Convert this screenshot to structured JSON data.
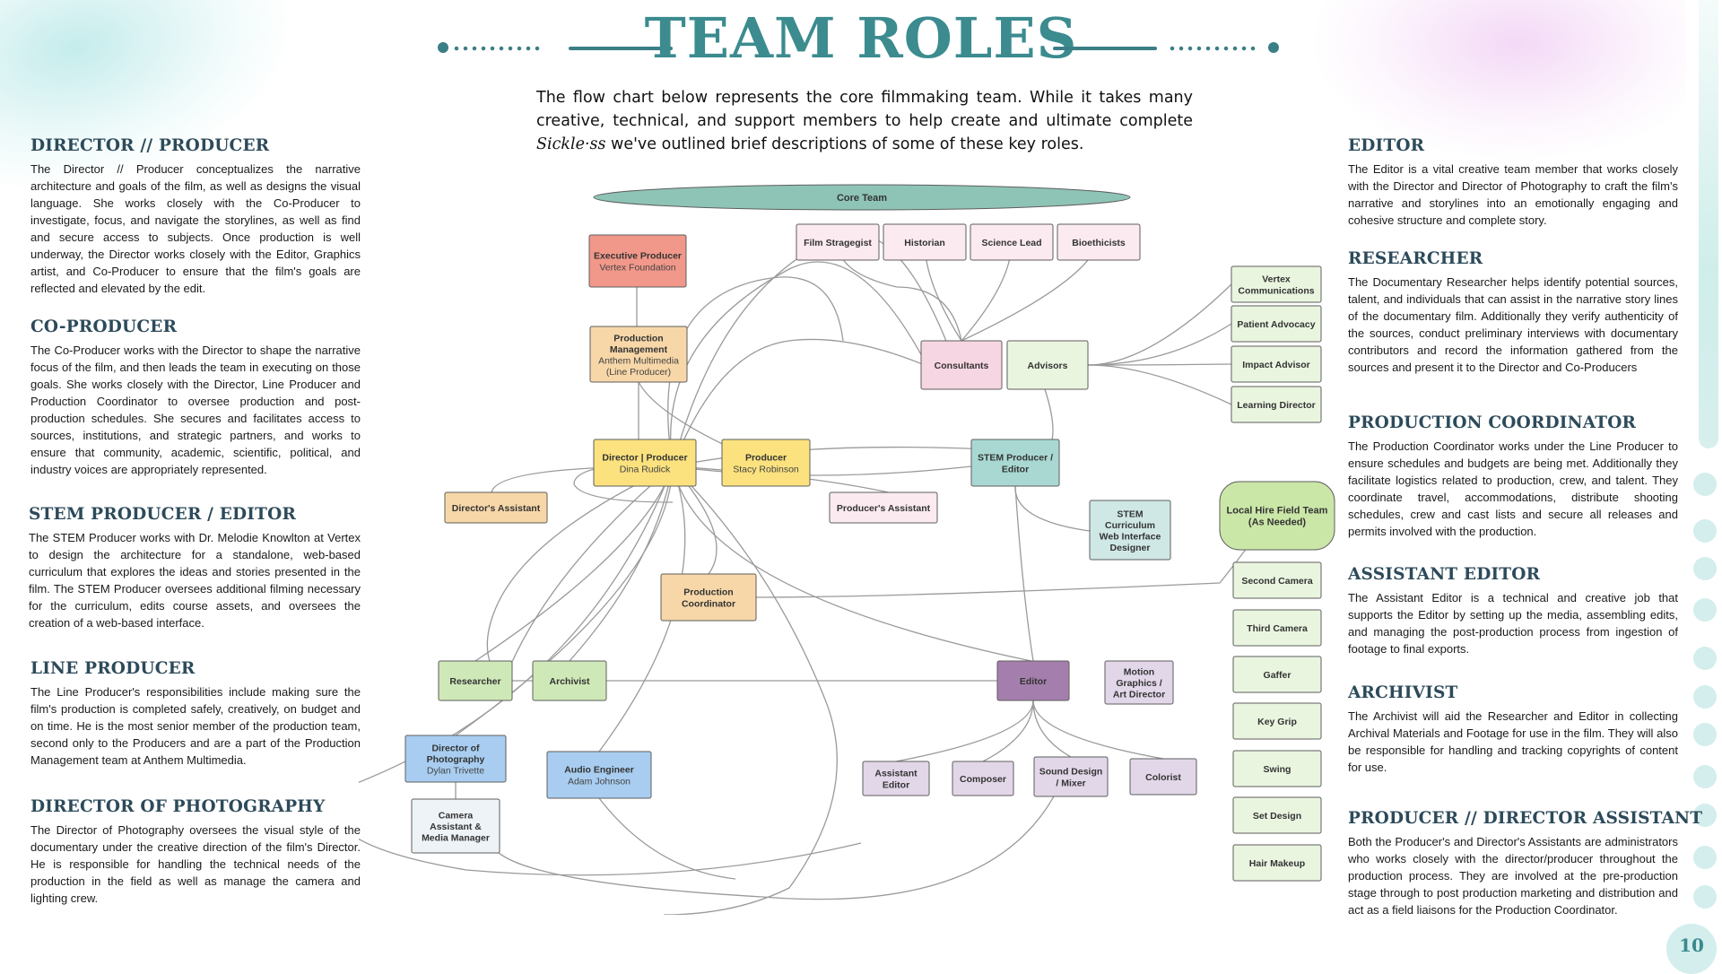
{
  "title": "TEAM ROLES",
  "intro": {
    "before": "The flow chart below represents the core filmmaking team. While it takes many creative, technical, and support members to help create and ultimate complete ",
    "film_title": "Sickle·ss",
    "after": " we've outlined brief descriptions of some of these key roles."
  },
  "page_number": "10",
  "left_sections": [
    {
      "title": "DIRECTOR // PRODUCER",
      "body": "The Director // Producer conceptualizes the narrative architecture and goals of the film, as well as designs the visual language. She works closely with the Co-Producer to investigate, focus, and navigate the storylines, as well as find and secure access to subjects. Once production is well underway, the Director works closely with the Editor, Graphics artist, and Co-Producer to ensure that the film's goals are reflected and elevated by the edit."
    },
    {
      "title": "CO-PRODUCER",
      "body": "The Co-Producer works with the Director to shape the narrative focus of the film, and then leads the team in executing on those goals. She works closely with the Director, Line Producer and Production Coordinator to oversee production and post-production schedules. She secures and facilitates access to sources, institutions, and strategic partners, and works to ensure that community, academic, scientific, political, and industry voices are appropriately represented."
    },
    {
      "title": "STEM PRODUCER / EDITOR",
      "body": "The STEM Producer works with Dr. Melodie Knowlton at Vertex to design the architecture for a standalone, web-based curriculum that explores the ideas and stories presented in the film. The STEM Producer oversees additional filming necessary for the curriculum, edits course assets, and oversees the creation of a web-based interface."
    },
    {
      "title": "LINE PRODUCER",
      "body": "The Line Producer's responsibilities include making sure the film's production is completed safely, creatively, on budget and on time. He is the most senior member of the production team, second only to the Producers and are a part of the Production Management team at Anthem Multimedia."
    },
    {
      "title": "DIRECTOR OF PHOTOGRAPHY",
      "body": "The Director of Photography oversees the visual style of the documentary under the creative direction of the film's Director. He is responsible for handling the technical needs of the production in the field as well as manage the camera and lighting crew."
    }
  ],
  "right_sections": [
    {
      "title": "EDITOR",
      "body": "The Editor is a vital creative team member that works closely with the Director and Director of Photography to craft the film's narrative and storylines into an emotionally engaging and cohesive structure and complete story."
    },
    {
      "title": "RESEARCHER",
      "body": "The Documentary Researcher helps identify potential sources, talent, and individuals that can assist in the narrative story lines of the documentary film. Additionally they verify authenticity of the sources, conduct preliminary interviews with documentary contributors and record the information gathered from the sources and present it to the Director and Co-Producers"
    },
    {
      "title": "PRODUCTION COORDINATOR",
      "body": "The Production Coordinator works under the Line Producer to ensure schedules and budgets are being met. Additionally they facilitate logistics related to production, crew, and talent. They coordinate travel, accommodations, distribute shooting schedules, crew and cast lists and secure all releases and permits involved with the production."
    },
    {
      "title": "ASSISTANT EDITOR",
      "body": "The Assistant Editor is a technical and creative job that supports the Editor by setting up the media, assembling edits, and managing the post-production process from ingestion of footage to final exports."
    },
    {
      "title": "ARCHIVIST",
      "body": "The Archivist will aid the Researcher and Editor in collecting Archival Materials and Footage for use in the film. They will also be responsible for handling and tracking copyrights of content for use."
    },
    {
      "title": "PRODUCER // DIRECTOR ASSISTANT",
      "body": "Both the Producer's and Director's Assistants are administrators who works closely with the director/producer throughout the production process. They are involved at the pre-production stage through to post production marketing and distribution and act as a field liaisons for the Production Coordinator."
    }
  ],
  "colors": {
    "accent": "#3b8b8f",
    "heading": "#2c4a5a",
    "teal": "#8ec4b6",
    "red": "#f1988a",
    "peach": "#f7d7a8",
    "yellow": "#fbe27e",
    "pink": "#f6d6e2",
    "lightpink": "#fbeaf0",
    "lightgreen": "#eaf5e0",
    "green": "#cfe8b8",
    "blue": "#a8cdf0",
    "purple": "#a47fad",
    "lavender": "#e2d7e8",
    "tealbox": "#a9d8d2",
    "lightteal": "#cfe8e6",
    "localgreen": "#cbe7a8",
    "paleblue": "#eef3f7"
  },
  "diagram": {
    "core_team": "Core Team",
    "exec_producer": {
      "title": "Executive Producer",
      "sub": "Vertex Foundation"
    },
    "film_strategist": "Film Stragegist",
    "historian": "Historian",
    "science_lead": "Science Lead",
    "bioethicists": "Bioethicists",
    "prod_mgmt": {
      "title1": "Production",
      "title2": "Management",
      "sub1": "Anthem Multimedia",
      "sub2": "(Line Producer)"
    },
    "consultants": "Consultants",
    "advisors": "Advisors",
    "vertex_comm": {
      "line1": "Vertex",
      "line2": "Communications"
    },
    "patient_advocacy": "Patient Advocacy",
    "impact_advisor": "Impact Advisor",
    "learning_director": "Learning Director",
    "director_producer": {
      "title": "Director | Producer",
      "sub": "Dina Rudick"
    },
    "producer": {
      "title": "Producer",
      "sub": "Stacy Robinson"
    },
    "stem_producer": {
      "line1": "STEM Producer /",
      "line2": "Editor"
    },
    "directors_assistant": "Director's Assistant",
    "producers_assistant": "Producer's Assistant",
    "stem_curriculum": {
      "line1": "STEM",
      "line2": "Curriculum",
      "line3": "Web Interface",
      "line4": "Designer"
    },
    "local_hire": {
      "line1": "Local Hire Field Team",
      "line2": "(As Needed)"
    },
    "prod_coord": {
      "line1": "Production",
      "line2": "Coordinator"
    },
    "second_camera": "Second Camera",
    "third_camera": "Third Camera",
    "gaffer": "Gaffer",
    "key_grip": "Key Grip",
    "swing": "Swing",
    "set_design": "Set Design",
    "hair_makeup": "Hair Makeup",
    "researcher": "Researcher",
    "archivist": "Archivist",
    "editor": "Editor",
    "motion_graphics": {
      "line1": "Motion",
      "line2": "Graphics /",
      "line3": "Art Director"
    },
    "dop": {
      "line1": "Director of",
      "line2": "Photography",
      "sub": "Dylan Trivette"
    },
    "audio_engineer": {
      "title": "Audio Engineer",
      "sub": "Adam Johnson"
    },
    "assistant_editor": {
      "line1": "Assistant",
      "line2": "Editor"
    },
    "composer": "Composer",
    "sound_design": {
      "line1": "Sound Design",
      "line2": "/ Mixer"
    },
    "colorist": "Colorist",
    "camera_assistant": {
      "line1": "Camera",
      "line2": "Assistant &",
      "line3": "Media Manager"
    }
  }
}
